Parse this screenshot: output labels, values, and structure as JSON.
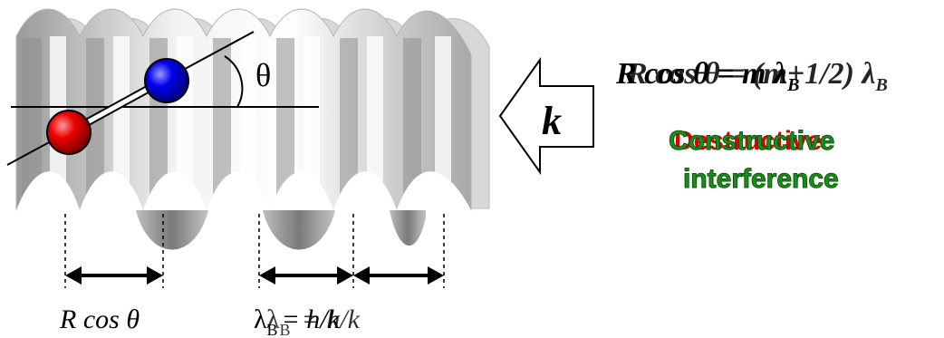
{
  "labels": {
    "theta": "θ",
    "k": "k",
    "equation_constructive": "R cos θ = m λ",
    "equation_destructive": "R cos θ = (m+1/2) λ",
    "equation_subscript": "B",
    "constructive_line1": "Constructive",
    "constructive_line2": "interference",
    "destructive_line1": "Destructive",
    "spacing_left": "R cos θ",
    "spacing_right_lambda": "λ",
    "spacing_right_subscript": "B",
    "spacing_right_rhs": "= h/k"
  },
  "colors": {
    "atom_red": "#e00000",
    "atom_blue": "#0000e0",
    "constructive_text": "#1f8a1f",
    "destructive_text": "#e00000",
    "surface_light": "#ececec",
    "surface_dark": "#9a9a9a"
  },
  "icons": {
    "arrow": "hollow-left-arrow",
    "molecule": "diatomic-molecule"
  }
}
